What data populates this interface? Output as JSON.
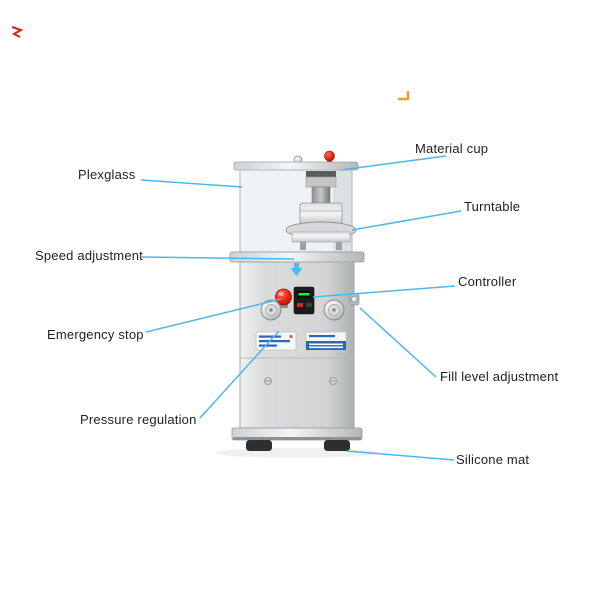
{
  "figure": {
    "type": "annotated-product-diagram"
  },
  "labels": {
    "material_cup": "Material cup",
    "plexglass": "Plexglass",
    "turntable": "Turntable",
    "speed_adjustment": "Speed adjustment",
    "controller": "Controller",
    "emergency_stop": "Emergency stop",
    "fill_level_adjustment": "Fill level adjustment",
    "pressure_regulation": "Pressure regulation",
    "silicone_mat": "Silicone mat"
  },
  "colors": {
    "leader_line": "#4cb8ea",
    "emergency_button": "#e02008",
    "top_cap": "#e02008",
    "plate_blue": "#2f66b8",
    "stray_mark_red": "#d42616",
    "stray_mark_orange": "#f59a23"
  }
}
